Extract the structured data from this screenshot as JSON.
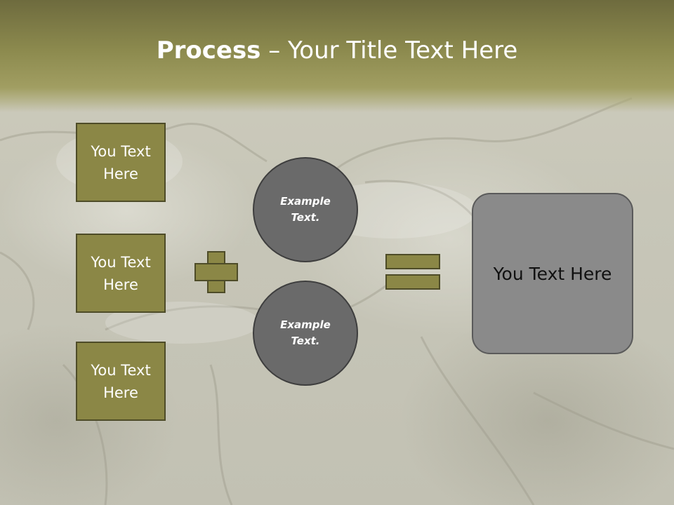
{
  "slide": {
    "title_bold": "Process",
    "title_rest": " – Your Title Text Here"
  },
  "left_boxes": [
    {
      "line1": "You Text",
      "line2": "Here"
    },
    {
      "line1": "You Text",
      "line2": "Here"
    },
    {
      "line1": "You Text",
      "line2": "Here"
    }
  ],
  "circles": [
    {
      "line1": "Example",
      "line2": "Text."
    },
    {
      "line1": "Example",
      "line2": "Text."
    }
  ],
  "result": {
    "text": "You Text Here"
  },
  "colors": {
    "header": "#8c8a4e",
    "box_fill": "#8b8746",
    "box_border": "#4e4c28",
    "circle_fill": "#6a6a6a",
    "result_fill": "#8a8a8a"
  },
  "icons": {
    "plus": "plus-icon",
    "equals": "equals-icon"
  }
}
